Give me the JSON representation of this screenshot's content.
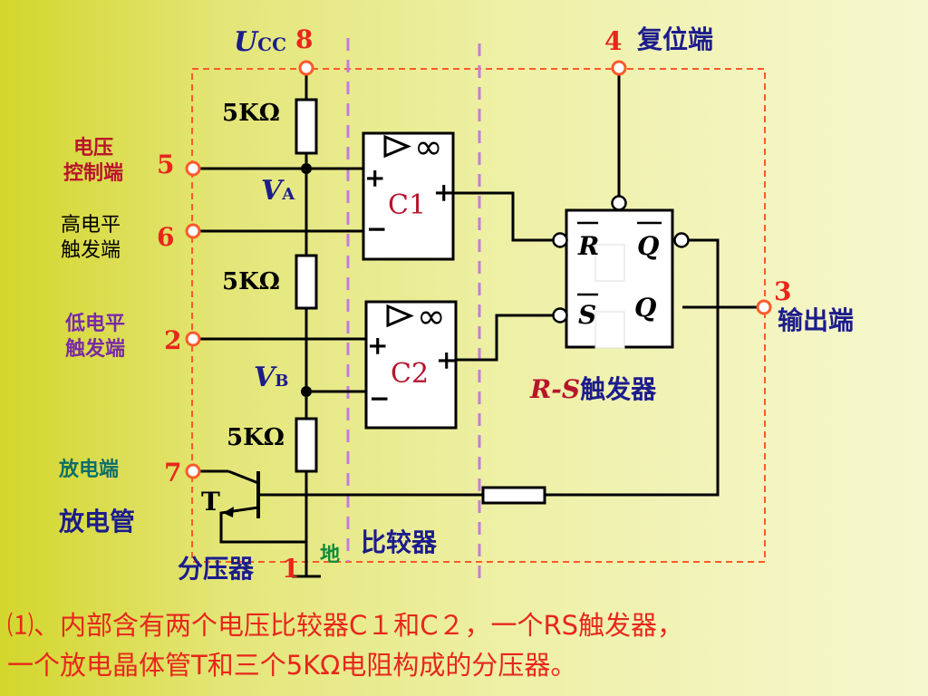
{
  "pins": {
    "ucc_label": "U",
    "ucc_sub": "CC",
    "p8": "8",
    "p4": "4",
    "reset_label": "复位端",
    "p5": "5",
    "ctrl_label_1": "电压",
    "ctrl_label_2": "控制端",
    "p6": "6",
    "high_trig_1": "高电平",
    "high_trig_2": "触发端",
    "p2": "2",
    "low_trig_1": "低电平",
    "low_trig_2": "触发端",
    "p7": "7",
    "discharge_label": "放电端",
    "p3": "3",
    "output_label": "输出端",
    "p1": "1",
    "ground_label": "地"
  },
  "divider": {
    "r1": "5KΩ",
    "r2": "5KΩ",
    "r3": "5KΩ",
    "va": "V",
    "va_sub": "A",
    "vb": "V",
    "vb_sub": "B",
    "label": "分压器"
  },
  "comparators": {
    "c1": "C1",
    "c2": "C2",
    "label": "比较器"
  },
  "flipflop": {
    "r": "R",
    "s": "S",
    "q": "Q",
    "qbar": "Q",
    "label_rs": "R-S",
    "label_text": "触发器"
  },
  "transistor": {
    "t": "T",
    "label": "放电管"
  },
  "description": "⑴、内部含有两个电压比较器C１和C２，一个RS触发器，\n一个放电晶体管T和三个5KΩ电阻构成的分压器。"
}
